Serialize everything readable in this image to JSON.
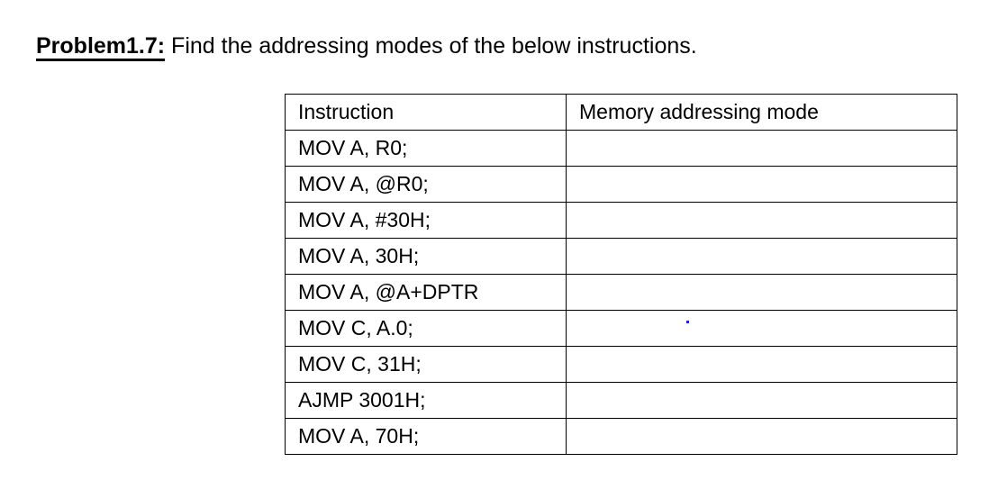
{
  "heading": {
    "label": "Problem1.7:",
    "text": " Find the addressing modes of the below instructions."
  },
  "table": {
    "columns": [
      "Instruction",
      "Memory addressing mode"
    ],
    "rows": [
      {
        "instruction": "MOV A, R0;",
        "mode": ""
      },
      {
        "instruction": "MOV A, @R0;",
        "mode": ""
      },
      {
        "instruction": "MOV A, #30H;",
        "mode": ""
      },
      {
        "instruction": "MOV A, 30H;",
        "mode": ""
      },
      {
        "instruction": "MOV A, @A+DPTR",
        "mode": ""
      },
      {
        "instruction": "MOV C, A.0;",
        "mode": ""
      },
      {
        "instruction": "MOV C, 31H;",
        "mode": ""
      },
      {
        "instruction": "AJMP 3001H;",
        "mode": ""
      },
      {
        "instruction": "MOV A, 70H;",
        "mode": ""
      }
    ]
  },
  "colors": {
    "text": "#000000",
    "border": "#000000",
    "background": "#ffffff",
    "stray_mark": "#2222cc"
  }
}
